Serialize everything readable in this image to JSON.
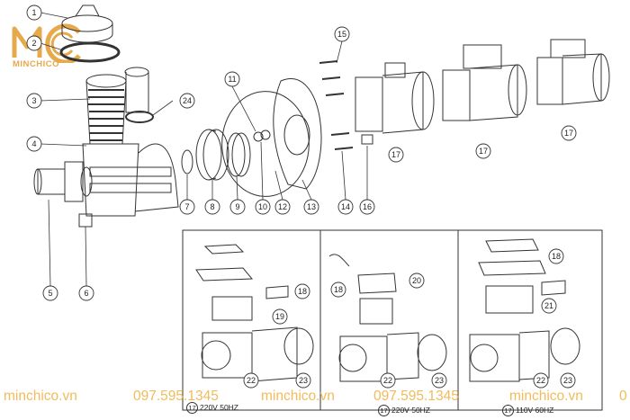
{
  "brand": {
    "name": "MINCHICO"
  },
  "callouts": [
    "1",
    "2",
    "3",
    "4",
    "5",
    "6",
    "7",
    "8",
    "9",
    "10",
    "11",
    "12",
    "13",
    "14",
    "15",
    "16",
    "17",
    "17",
    "17",
    "18",
    "19",
    "20",
    "18",
    "21",
    "18",
    "22",
    "23",
    "22",
    "23",
    "22",
    "23",
    "24"
  ],
  "variants": [
    {
      "num": "17",
      "label": "220V 50HZ"
    },
    {
      "num": "17",
      "label": "220V 50HZ"
    },
    {
      "num": "17",
      "label": "110V 60HZ"
    }
  ],
  "footer": {
    "site": "minchico.vn",
    "phone": "097.595.1345",
    "phone_partial": "0"
  },
  "colors": {
    "line": "#333333",
    "watermark": "#f1b44a",
    "logo": "#e6a94c"
  }
}
